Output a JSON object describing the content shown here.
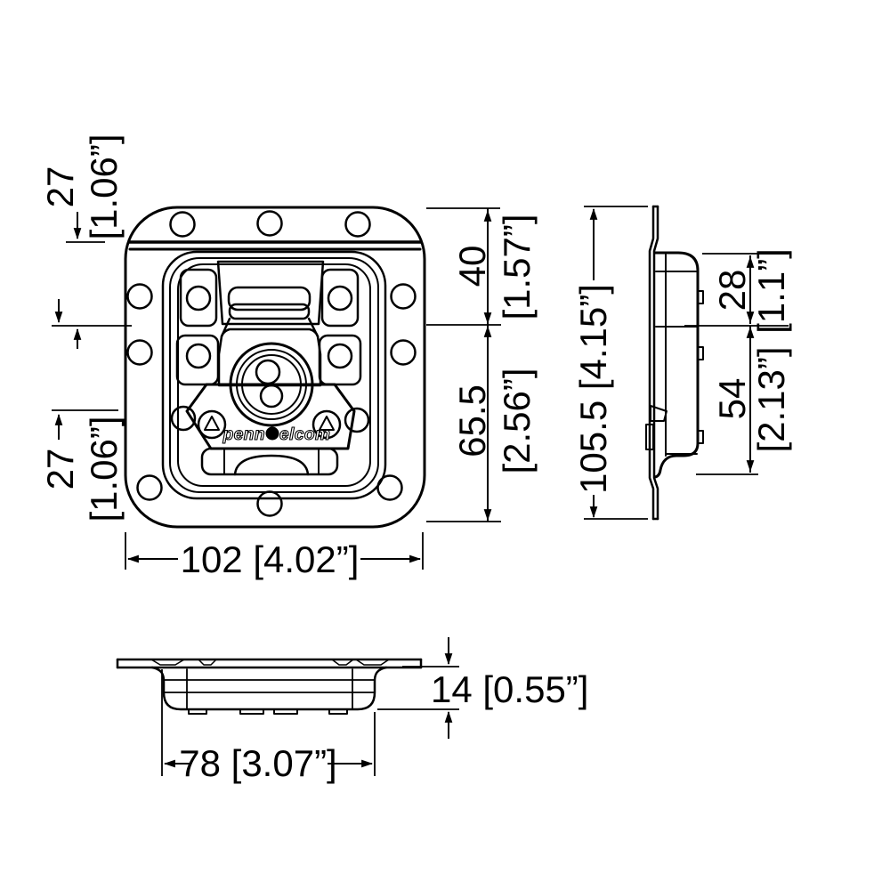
{
  "title": "Recessed butterfly latch technical drawing",
  "brand": {
    "part1": "penn",
    "part2": "elcom"
  },
  "colors": {
    "background": "#ffffff",
    "line": "#000000"
  },
  "views": {
    "front": "front-view",
    "side": "side-profile-view",
    "bottom": "bottom-profile-view"
  },
  "dimensions": {
    "front_lid_offset_top": {
      "mm": "27",
      "inch": "[1.06”]"
    },
    "front_lid_offset_bottom": {
      "mm": "27",
      "inch": "[1.06”]"
    },
    "front_top_to_pivot": {
      "mm": "40",
      "inch": "[1.57”]"
    },
    "front_pivot_to_bottom": {
      "mm": "65.5",
      "inch": "[2.56”]"
    },
    "front_overall_width": {
      "label": "102 [4.02”]"
    },
    "side_overall_height": {
      "label": "105.5 [4.15”]"
    },
    "side_top_to_pivot": {
      "mm": "28",
      "inch": "[1.1”]"
    },
    "side_pivot_to_bottom": {
      "mm": "54",
      "inch": "[2.13”]"
    },
    "bottom_dish_depth": {
      "label": "14 [0.55”]"
    },
    "bottom_dish_width": {
      "label": "78 [3.07”]"
    }
  }
}
